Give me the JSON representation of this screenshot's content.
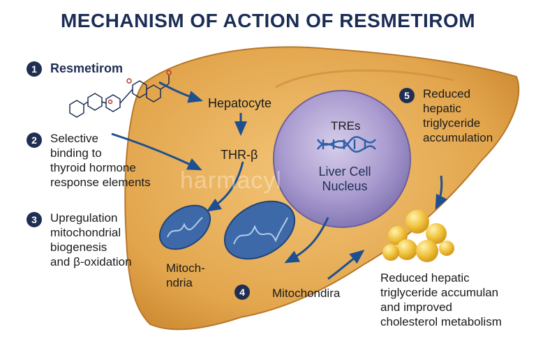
{
  "title": "MECHANISM OF ACTION OF RESMETIROM",
  "steps": {
    "one": {
      "num": "1",
      "label": "Resmetirom"
    },
    "two": {
      "num": "2",
      "label": "Selective\nbinding to\nthyroid hormone\nresponse elements"
    },
    "three": {
      "num": "3",
      "label": "Upregulation\nmitochondrial\nbiogenesis\nand β-oxidation"
    },
    "four": {
      "num": "4",
      "label": "Mitochondira"
    },
    "five": {
      "num": "5",
      "label": "Reduced\nhepatic\ntriglyceride\naccumulation"
    }
  },
  "labels": {
    "hepatocyte": "Hepatocyte",
    "thr": "THR-β",
    "tres": "TREs",
    "nucleus": "Liver Cell\nNucleus",
    "mito": "Mitoch-\nndria",
    "outcome": "Reduced hepatic\ntriglyceride accumulan\nand improved\ncholesterol metabolism"
  },
  "watermark": "harmacyl",
  "colors": {
    "title": "#1b2d55",
    "liver": "#e2a54c",
    "nucleus": "#9d8fc4",
    "mitochondria": "#3e69a8",
    "droplet": "#f0c23c",
    "arrow": "#1e4f8f"
  },
  "icons": {
    "molecule": "chemical-structure-icon",
    "dna": "dna-helix-icon"
  }
}
